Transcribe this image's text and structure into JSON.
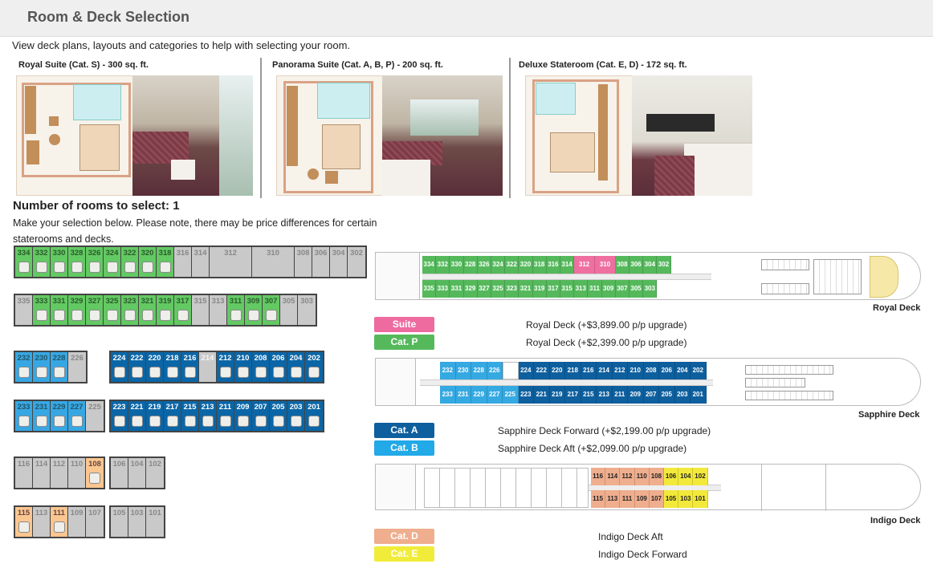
{
  "header": {
    "title": "Room & Deck Selection"
  },
  "intro": "View deck plans, layouts and categories to help with selecting your room.",
  "room_types": [
    {
      "title": "Royal Suite (Cat. S) - 300 sq. ft."
    },
    {
      "title": "Panorama Suite (Cat. A, B, P) - 200 sq. ft."
    },
    {
      "title": "Deluxe Stateroom (Cat. E, D) - 172 sq. ft."
    }
  ],
  "selection": {
    "heading": "Number of rooms to select: 1",
    "note": "Make your selection below. Please note, there may be price differences for certain staterooms and decks."
  },
  "cabin_grid": {
    "royal_even": [
      {
        "n": "334",
        "s": "green",
        "a": true
      },
      {
        "n": "332",
        "s": "green",
        "a": true
      },
      {
        "n": "330",
        "s": "green",
        "a": true
      },
      {
        "n": "328",
        "s": "green",
        "a": true
      },
      {
        "n": "326",
        "s": "green",
        "a": true
      },
      {
        "n": "324",
        "s": "green",
        "a": true
      },
      {
        "n": "322",
        "s": "green",
        "a": true
      },
      {
        "n": "320",
        "s": "green",
        "a": true
      },
      {
        "n": "318",
        "s": "green",
        "a": true
      },
      {
        "n": "316",
        "s": "grey",
        "a": false
      },
      {
        "n": "314",
        "s": "grey",
        "a": false
      },
      {
        "n": "312",
        "s": "grey",
        "a": false,
        "w": 2
      },
      {
        "n": "310",
        "s": "grey",
        "a": false,
        "w": 2
      },
      {
        "n": "308",
        "s": "grey",
        "a": false
      },
      {
        "n": "306",
        "s": "grey",
        "a": false
      },
      {
        "n": "304",
        "s": "grey",
        "a": false
      },
      {
        "n": "302",
        "s": "grey",
        "a": false
      }
    ],
    "royal_odd": [
      {
        "n": "335",
        "s": "grey",
        "a": false
      },
      {
        "n": "333",
        "s": "green",
        "a": true
      },
      {
        "n": "331",
        "s": "green",
        "a": true
      },
      {
        "n": "329",
        "s": "green",
        "a": true
      },
      {
        "n": "327",
        "s": "green",
        "a": true
      },
      {
        "n": "325",
        "s": "green",
        "a": true
      },
      {
        "n": "323",
        "s": "green",
        "a": true
      },
      {
        "n": "321",
        "s": "green",
        "a": true
      },
      {
        "n": "319",
        "s": "green",
        "a": true
      },
      {
        "n": "317",
        "s": "green",
        "a": true
      },
      {
        "n": "315",
        "s": "grey",
        "a": false
      },
      {
        "n": "313",
        "s": "grey",
        "a": false
      },
      {
        "n": "311",
        "s": "green",
        "a": true
      },
      {
        "n": "309",
        "s": "green",
        "a": true
      },
      {
        "n": "307",
        "s": "green",
        "a": true
      },
      {
        "n": "305",
        "s": "grey",
        "a": false
      },
      {
        "n": "303",
        "s": "grey",
        "a": false
      }
    ],
    "sapphire_aft_even": [
      {
        "n": "232",
        "s": "lblue",
        "a": true
      },
      {
        "n": "230",
        "s": "lblue",
        "a": true
      },
      {
        "n": "228",
        "s": "lblue",
        "a": true
      },
      {
        "n": "226",
        "s": "grey",
        "a": false
      }
    ],
    "sapphire_fwd_even": [
      {
        "n": "224",
        "s": "dblue",
        "a": true
      },
      {
        "n": "222",
        "s": "dblue",
        "a": true
      },
      {
        "n": "220",
        "s": "dblue",
        "a": true
      },
      {
        "n": "218",
        "s": "dblue",
        "a": true
      },
      {
        "n": "216",
        "s": "dblue",
        "a": true
      },
      {
        "n": "214",
        "s": "grey-w",
        "a": false
      },
      {
        "n": "212",
        "s": "dblue",
        "a": true
      },
      {
        "n": "210",
        "s": "dblue",
        "a": true
      },
      {
        "n": "208",
        "s": "dblue",
        "a": true
      },
      {
        "n": "206",
        "s": "dblue",
        "a": true
      },
      {
        "n": "204",
        "s": "dblue",
        "a": true
      },
      {
        "n": "202",
        "s": "dblue",
        "a": true
      }
    ],
    "sapphire_aft_odd": [
      {
        "n": "233",
        "s": "lblue",
        "a": true
      },
      {
        "n": "231",
        "s": "lblue",
        "a": true
      },
      {
        "n": "229",
        "s": "lblue",
        "a": true
      },
      {
        "n": "227",
        "s": "lblue",
        "a": true
      },
      {
        "n": "225",
        "s": "grey",
        "a": false
      }
    ],
    "sapphire_fwd_odd": [
      {
        "n": "223",
        "s": "dblue",
        "a": true
      },
      {
        "n": "221",
        "s": "dblue",
        "a": true
      },
      {
        "n": "219",
        "s": "dblue",
        "a": true
      },
      {
        "n": "217",
        "s": "dblue",
        "a": true
      },
      {
        "n": "215",
        "s": "dblue",
        "a": true
      },
      {
        "n": "213",
        "s": "dblue",
        "a": true
      },
      {
        "n": "211",
        "s": "dblue",
        "a": true
      },
      {
        "n": "209",
        "s": "dblue",
        "a": true
      },
      {
        "n": "207",
        "s": "dblue",
        "a": true
      },
      {
        "n": "205",
        "s": "dblue",
        "a": true
      },
      {
        "n": "203",
        "s": "dblue",
        "a": true
      },
      {
        "n": "201",
        "s": "dblue",
        "a": true
      }
    ],
    "indigo_aft_even": [
      {
        "n": "116",
        "s": "grey",
        "a": false
      },
      {
        "n": "114",
        "s": "grey",
        "a": false
      },
      {
        "n": "112",
        "s": "grey",
        "a": false
      },
      {
        "n": "110",
        "s": "grey",
        "a": false
      },
      {
        "n": "108",
        "s": "orange",
        "a": true
      }
    ],
    "indigo_fwd_even": [
      {
        "n": "106",
        "s": "grey",
        "a": false
      },
      {
        "n": "104",
        "s": "grey",
        "a": false
      },
      {
        "n": "102",
        "s": "grey",
        "a": false
      }
    ],
    "indigo_aft_odd": [
      {
        "n": "115",
        "s": "orange",
        "a": true
      },
      {
        "n": "113",
        "s": "grey",
        "a": false
      },
      {
        "n": "111",
        "s": "orange",
        "a": true
      },
      {
        "n": "109",
        "s": "grey",
        "a": false
      },
      {
        "n": "107",
        "s": "grey",
        "a": false
      }
    ],
    "indigo_fwd_odd": [
      {
        "n": "105",
        "s": "grey",
        "a": false
      },
      {
        "n": "103",
        "s": "grey",
        "a": false
      },
      {
        "n": "101",
        "s": "grey",
        "a": false
      }
    ]
  },
  "decks": [
    {
      "name": "Royal Deck",
      "top_row": [
        {
          "n": "334",
          "c": "green"
        },
        {
          "n": "332",
          "c": "green"
        },
        {
          "n": "330",
          "c": "green"
        },
        {
          "n": "328",
          "c": "green"
        },
        {
          "n": "326",
          "c": "green"
        },
        {
          "n": "324",
          "c": "green"
        },
        {
          "n": "322",
          "c": "green"
        },
        {
          "n": "320",
          "c": "green"
        },
        {
          "n": "318",
          "c": "green"
        },
        {
          "n": "316",
          "c": "green"
        },
        {
          "n": "314",
          "c": "green"
        },
        {
          "n": "312",
          "c": "pink",
          "w": 2
        },
        {
          "n": "310",
          "c": "pink",
          "w": 2
        },
        {
          "n": "308",
          "c": "green"
        },
        {
          "n": "306",
          "c": "green"
        },
        {
          "n": "304",
          "c": "green"
        },
        {
          "n": "302",
          "c": "green"
        }
      ],
      "bottom_row": [
        {
          "n": "335",
          "c": "green"
        },
        {
          "n": "333",
          "c": "green"
        },
        {
          "n": "331",
          "c": "green"
        },
        {
          "n": "329",
          "c": "green"
        },
        {
          "n": "327",
          "c": "green"
        },
        {
          "n": "325",
          "c": "green"
        },
        {
          "n": "323",
          "c": "green"
        },
        {
          "n": "321",
          "c": "green"
        },
        {
          "n": "319",
          "c": "green"
        },
        {
          "n": "317",
          "c": "green"
        },
        {
          "n": "315",
          "c": "green"
        },
        {
          "n": "313",
          "c": "green"
        },
        {
          "n": "311",
          "c": "green"
        },
        {
          "n": "309",
          "c": "green"
        },
        {
          "n": "307",
          "c": "green"
        },
        {
          "n": "305",
          "c": "green"
        },
        {
          "n": "303",
          "c": "green"
        }
      ],
      "legend": [
        {
          "label": "Suite",
          "color": "pink",
          "text": "Royal Deck (+$3,899.00 p/p upgrade)"
        },
        {
          "label": "Cat. P",
          "color": "green",
          "text": "Royal Deck (+$2,399.00 p/p upgrade)"
        }
      ]
    },
    {
      "name": "Sapphire Deck",
      "top_row": [
        {
          "n": "232",
          "c": "lblue"
        },
        {
          "n": "230",
          "c": "lblue"
        },
        {
          "n": "228",
          "c": "lblue"
        },
        {
          "n": "226",
          "c": "lblue"
        },
        {
          "n": "",
          "c": "empty"
        },
        {
          "n": "224",
          "c": "dblue"
        },
        {
          "n": "222",
          "c": "dblue"
        },
        {
          "n": "220",
          "c": "dblue"
        },
        {
          "n": "218",
          "c": "dblue"
        },
        {
          "n": "216",
          "c": "dblue"
        },
        {
          "n": "214",
          "c": "dblue"
        },
        {
          "n": "212",
          "c": "dblue"
        },
        {
          "n": "210",
          "c": "dblue"
        },
        {
          "n": "208",
          "c": "dblue"
        },
        {
          "n": "206",
          "c": "dblue"
        },
        {
          "n": "204",
          "c": "dblue"
        },
        {
          "n": "202",
          "c": "dblue"
        }
      ],
      "bottom_row": [
        {
          "n": "233",
          "c": "lblue"
        },
        {
          "n": "231",
          "c": "lblue"
        },
        {
          "n": "229",
          "c": "lblue"
        },
        {
          "n": "227",
          "c": "lblue"
        },
        {
          "n": "225",
          "c": "lblue"
        },
        {
          "n": "223",
          "c": "dblue"
        },
        {
          "n": "221",
          "c": "dblue"
        },
        {
          "n": "219",
          "c": "dblue"
        },
        {
          "n": "217",
          "c": "dblue"
        },
        {
          "n": "215",
          "c": "dblue"
        },
        {
          "n": "213",
          "c": "dblue"
        },
        {
          "n": "211",
          "c": "dblue"
        },
        {
          "n": "209",
          "c": "dblue"
        },
        {
          "n": "207",
          "c": "dblue"
        },
        {
          "n": "205",
          "c": "dblue"
        },
        {
          "n": "203",
          "c": "dblue"
        },
        {
          "n": "201",
          "c": "dblue"
        }
      ],
      "legend": [
        {
          "label": "Cat. A",
          "color": "dblue",
          "text": "Sapphire Deck Forward (+$2,199.00 p/p upgrade)"
        },
        {
          "label": "Cat. B",
          "color": "lblue",
          "text": "Sapphire Deck Aft (+$2,099.00 p/p upgrade)"
        }
      ]
    },
    {
      "name": "Indigo Deck",
      "top_row": [
        {
          "n": "116",
          "c": "salmon"
        },
        {
          "n": "114",
          "c": "salmon"
        },
        {
          "n": "112",
          "c": "salmon"
        },
        {
          "n": "110",
          "c": "salmon"
        },
        {
          "n": "108",
          "c": "salmon"
        },
        {
          "n": "106",
          "c": "yellow"
        },
        {
          "n": "104",
          "c": "yellow"
        },
        {
          "n": "102",
          "c": "yellow"
        }
      ],
      "bottom_row": [
        {
          "n": "115",
          "c": "salmon"
        },
        {
          "n": "113",
          "c": "salmon"
        },
        {
          "n": "111",
          "c": "salmon"
        },
        {
          "n": "109",
          "c": "salmon"
        },
        {
          "n": "107",
          "c": "salmon"
        },
        {
          "n": "105",
          "c": "yellow"
        },
        {
          "n": "103",
          "c": "yellow"
        },
        {
          "n": "101",
          "c": "yellow"
        }
      ],
      "legend": [
        {
          "label": "Cat. D",
          "color": "salmon",
          "text": "Indigo Deck Aft"
        },
        {
          "label": "Cat. E",
          "color": "yellow",
          "text": "Indigo Deck Forward"
        }
      ]
    }
  ]
}
